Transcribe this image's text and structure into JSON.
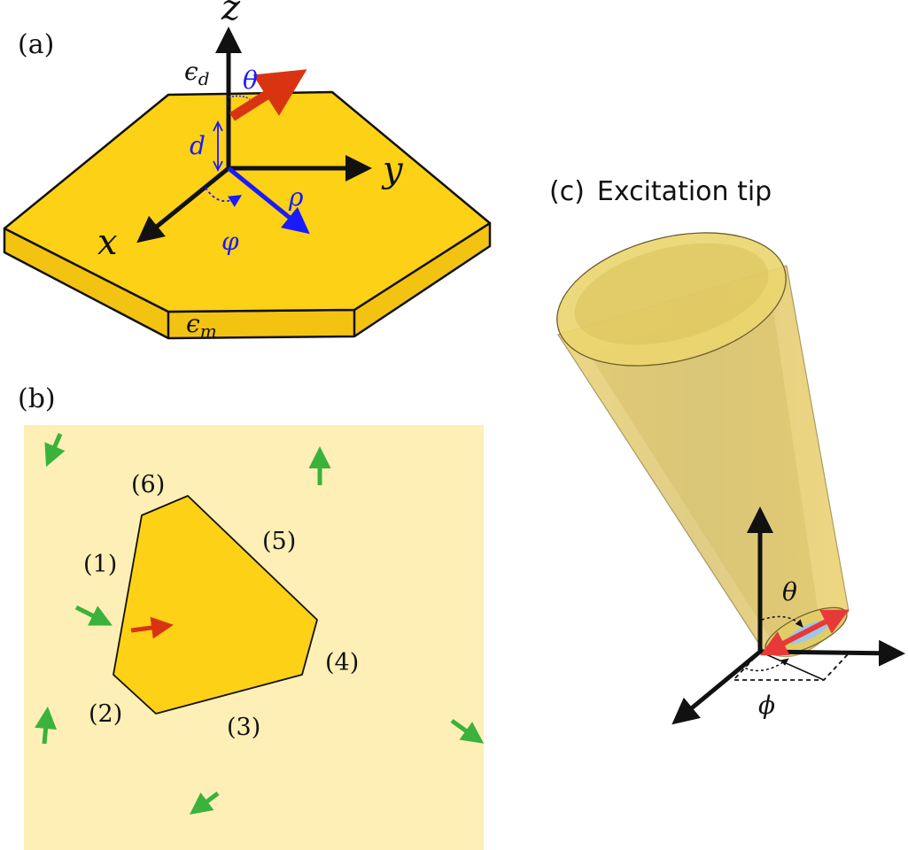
{
  "panels": {
    "a": {
      "label": "(a)"
    },
    "b": {
      "label": "(b)"
    },
    "c": {
      "label": "(c)",
      "title": "Excitation tip"
    }
  },
  "panel_a": {
    "axes": {
      "z": "z",
      "y": "y",
      "x": "x"
    },
    "symbols": {
      "theta": "θ",
      "d": "d",
      "rho": "ρ",
      "varphi": "φ",
      "eps_d_base": "ϵ",
      "eps_d_sub": "d",
      "eps_m_base": "ϵ",
      "eps_m_sub": "m"
    }
  },
  "panel_b": {
    "edge_labels": [
      "(1)",
      "(2)",
      "(3)",
      "(4)",
      "(5)",
      "(6)"
    ]
  },
  "panel_c": {
    "symbols": {
      "theta": "θ",
      "phi": "ϕ"
    }
  },
  "colors": {
    "gold": "#fcd116",
    "gold_dark": "#f3c312",
    "substrate": "#fdefb5",
    "outline": "#111111",
    "blue": "#1a1aff",
    "red": "#d93412",
    "green": "#3bb23b",
    "tip_fill": "#e8c85a",
    "tip_red": "#e8393a",
    "tip_blue": "#9fc8e8"
  }
}
